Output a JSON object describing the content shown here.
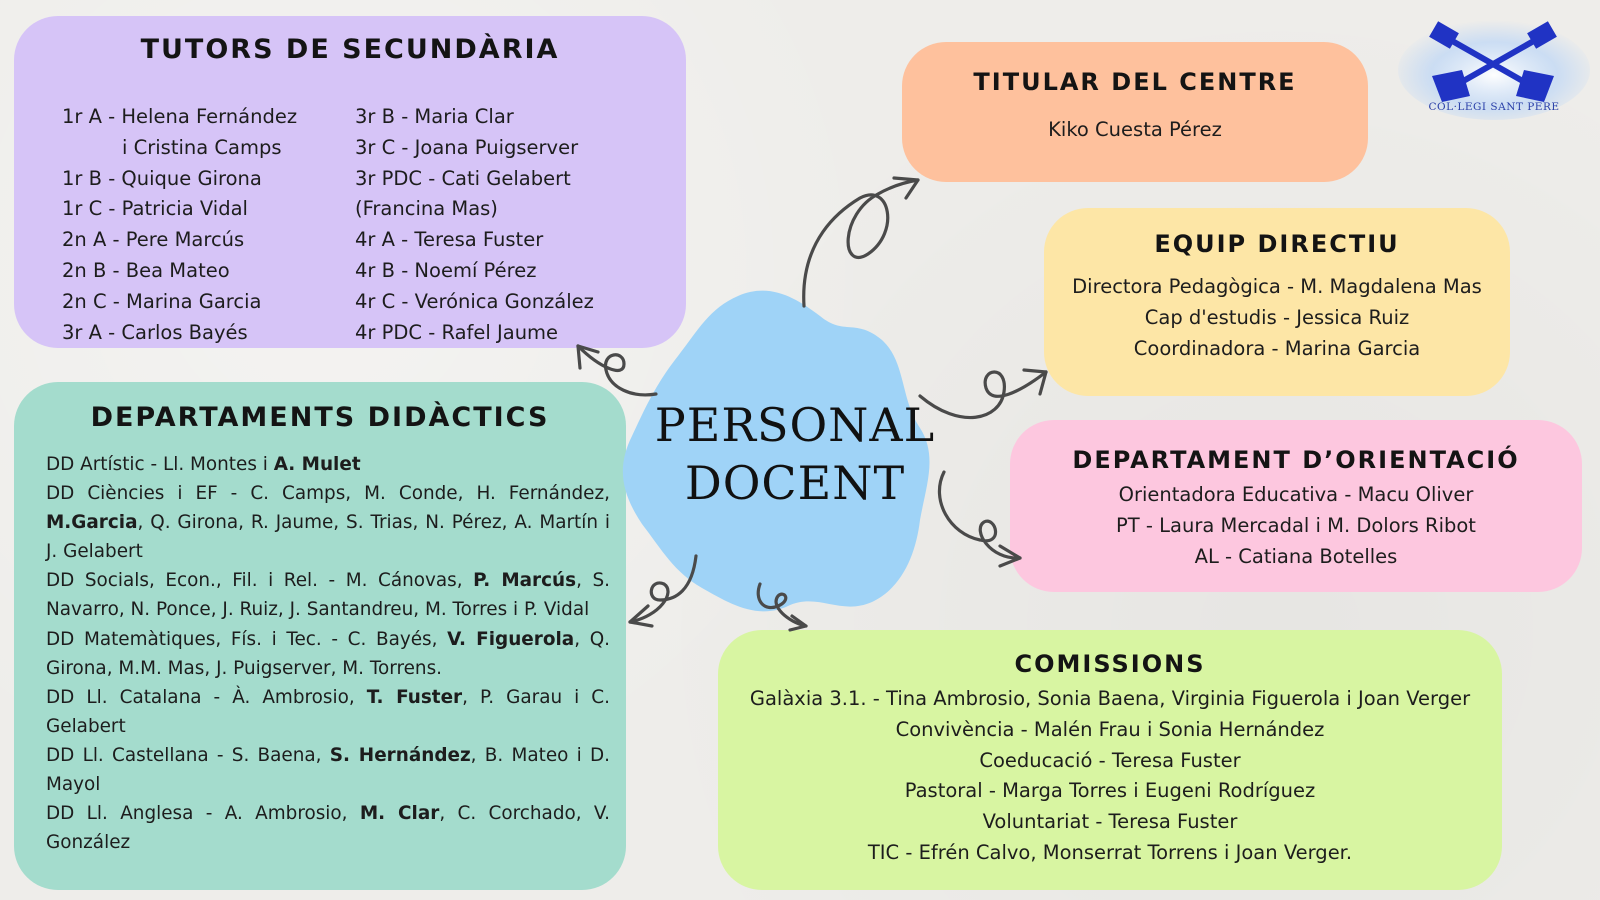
{
  "center": {
    "line1": "PERSONAL",
    "line2": "DOCENT"
  },
  "tutors": {
    "title": "TUTORS DE SECUNDÀRIA",
    "col1": [
      "1r A - Helena Fernández",
      "i Cristina Camps",
      "1r B - Quique Girona",
      "1r C - Patricia Vidal",
      "2n A - Pere Marcús",
      "2n B - Bea Mateo",
      "2n C - Marina Garcia",
      "3r A - Carlos Bayés"
    ],
    "col2": [
      "3r B - Maria Clar",
      "3r C - Joana Puigserver",
      "3r PDC - Cati Gelabert",
      "(Francina Mas)",
      "4r A - Teresa Fuster",
      "4r B - Noemí Pérez",
      "4r C - Verónica González",
      "4r PDC - Rafel Jaume"
    ]
  },
  "departaments": {
    "title": "DEPARTAMENTS DIDÀCTICS",
    "items": [
      {
        "a": "DD Artístic - Ll. Montes i ",
        "b": "A. Mulet",
        "c": ""
      },
      {
        "a": "DD Ciències i EF - C. Camps, M. Conde, H. Fernández, ",
        "b": "M.Garcia",
        "c": ", Q. Girona, R. Jaume, S. Trias, N. Pérez, A. Martín i J. Gelabert"
      },
      {
        "a": "DD Socials, Econ., Fil. i Rel. - M. Cánovas, ",
        "b": "P. Marcús",
        "c": ", S. Navarro, N. Ponce, J. Ruiz, J. Santandreu, M. Torres i P. Vidal"
      },
      {
        "a": "DD Matemàtiques, Fís. i Tec. - C. Bayés, ",
        "b": "V. Figuerola",
        "c": ", Q. Girona, M.M. Mas, J. Puigserver, M. Torrens."
      },
      {
        "a": "DD Ll. Catalana - À. Ambrosio, ",
        "b": "T. Fuster",
        "c": ", P. Garau i C. Gelabert"
      },
      {
        "a": "DD Ll. Castellana - S. Baena, ",
        "b": "S. Hernández",
        "c": ", B. Mateo i D. Mayol"
      },
      {
        "a": "DD Ll. Anglesa - A. Ambrosio, ",
        "b": "M. Clar",
        "c": ", C. Corchado, V. González"
      }
    ]
  },
  "titular": {
    "title": "TITULAR DEL CENTRE",
    "name": "Kiko Cuesta Pérez"
  },
  "equip": {
    "title": "EQUIP DIRECTIU",
    "lines": [
      "Directora Pedagògica - M. Magdalena Mas",
      "Cap d'estudis - Jessica Ruiz",
      "Coordinadora - Marina Garcia"
    ]
  },
  "orientacio": {
    "title": "DEPARTAMENT D’ORIENTACIÓ",
    "lines": [
      "Orientadora Educativa - Macu Oliver",
      "PT - Laura Mercadal i M. Dolors Ribot",
      "AL - Catiana Botelles"
    ]
  },
  "comissions": {
    "title": "COMISSIONS",
    "lines": [
      "Galàxia 3.1. - Tina Ambrosio, Sonia Baena, Virginia Figuerola i Joan Verger",
      "Convivència - Malén Frau i Sonia Hernández",
      "Coeducació - Teresa Fuster",
      "Pastoral - Marga Torres i Eugeni Rodríguez",
      "Voluntariat - Teresa Fuster",
      "TIC - Efrén Calvo, Monserrat Torrens i Joan Verger."
    ]
  },
  "logo": {
    "text": "COL·LEGI SANT PERE"
  },
  "colors": {
    "tutors": "#d6c4f7",
    "departaments": "#a4dccd",
    "titular": "#fec19d",
    "equip": "#fde6a6",
    "orientacio": "#fdc7df",
    "comissions": "#d8f5a2",
    "center": "#9fd3f7",
    "logo": "#2a3fa8"
  }
}
